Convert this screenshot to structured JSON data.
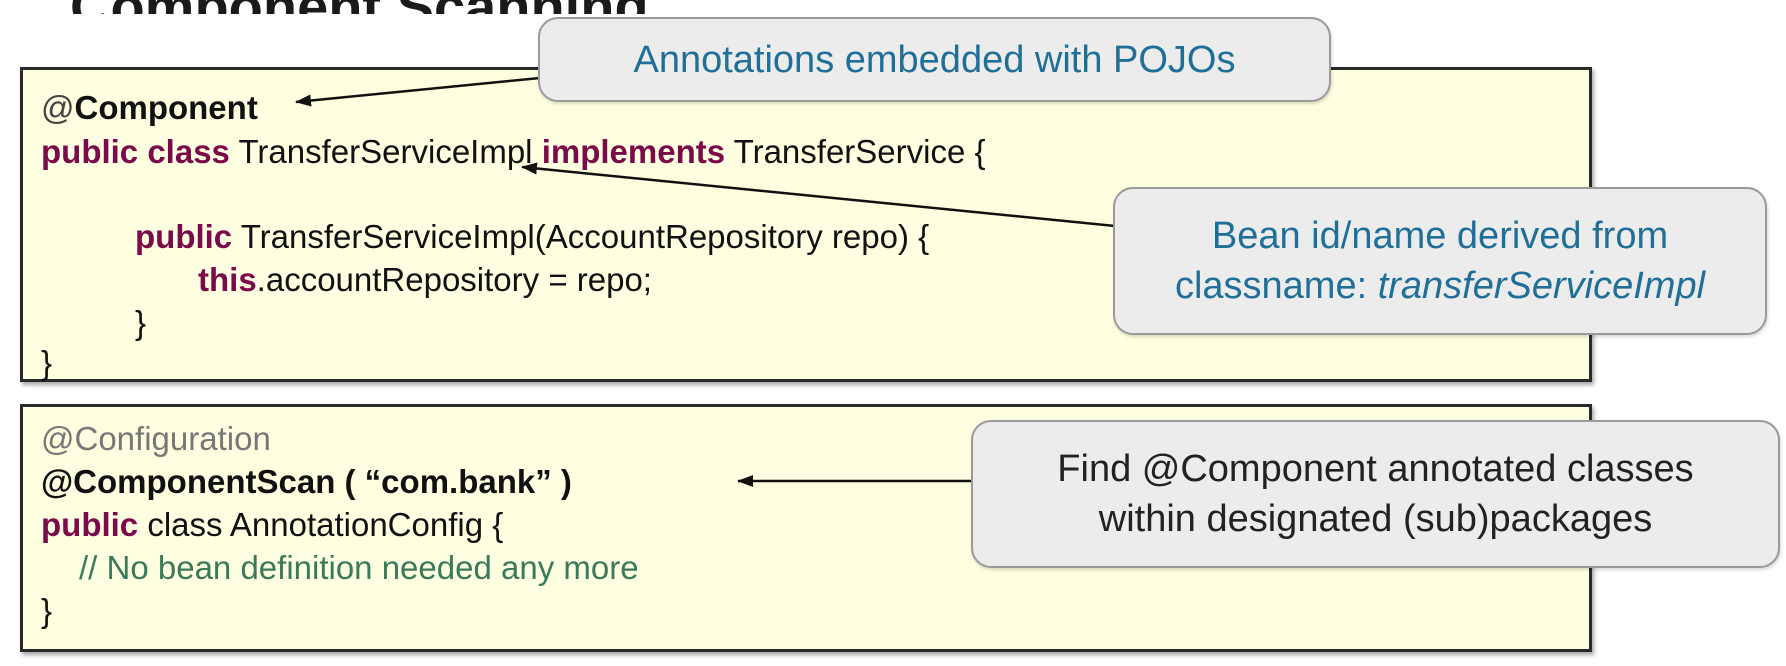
{
  "title_fragment": "Component Scanning",
  "snippet1": {
    "annotation_at": "@",
    "annotation_name": "Component",
    "line2_kw1": "public class",
    "line2_class": " TransferServiceImpl ",
    "line2_kw2": "implements",
    "line2_rest": " TransferService {",
    "line4_kw": "public",
    "line4_rest": " TransferServiceImpl(AccountRepository repo) {",
    "line5_kw": "this",
    "line5_rest": ".accountRepository = repo;",
    "line6": "}",
    "line7": "}"
  },
  "snippet2": {
    "line1": "@Configuration",
    "line2": "@ComponentScan ( “com.bank” )",
    "line3_kw": "public",
    "line3_rest": " class AnnotationConfig {",
    "line4": "// No bean definition needed any more",
    "line5": "}"
  },
  "callouts": {
    "annotations": "Annotations embedded with POJOs",
    "bean_id_line1": "Bean id/name derived from",
    "bean_id_line2_prefix": "classname: ",
    "bean_id_line2_italic": "transferServiceImpl",
    "component_scan_line1": "Find @Component annotated classes",
    "component_scan_line2": "within designated (sub)packages"
  },
  "colors": {
    "code_background": "#fefee0",
    "keyword": "#7a0a4a",
    "comment": "#3a7a5a",
    "callout_text_blue": "#1f6f98",
    "callout_background": "#ececed"
  }
}
